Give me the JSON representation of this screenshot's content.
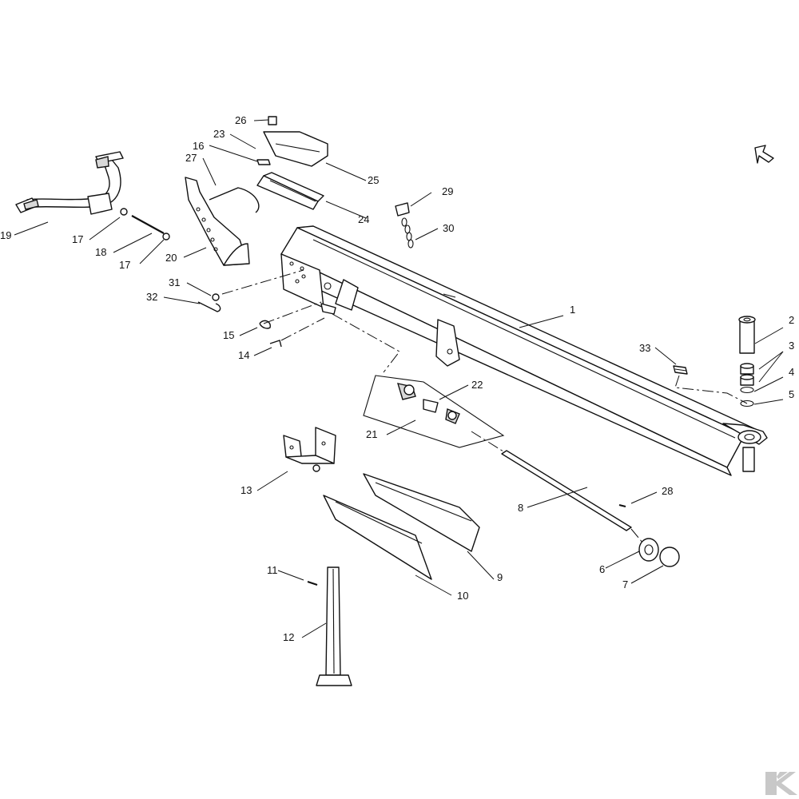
{
  "diagram": {
    "callouts": [
      "1",
      "2",
      "3",
      "4",
      "5",
      "6",
      "7",
      "8",
      "9",
      "10",
      "11",
      "12",
      "13",
      "14",
      "15",
      "16",
      "17",
      "17",
      "18",
      "19",
      "20",
      "21",
      "22",
      "23",
      "24",
      "25",
      "26",
      "27",
      "28",
      "29",
      "30",
      "31",
      "32",
      "33"
    ]
  },
  "brand": {
    "logo_icon": "k-logo-icon",
    "logo_color": "#c8c8c8"
  },
  "navigation": {
    "orientation_icon": "direction-arrow-icon"
  }
}
